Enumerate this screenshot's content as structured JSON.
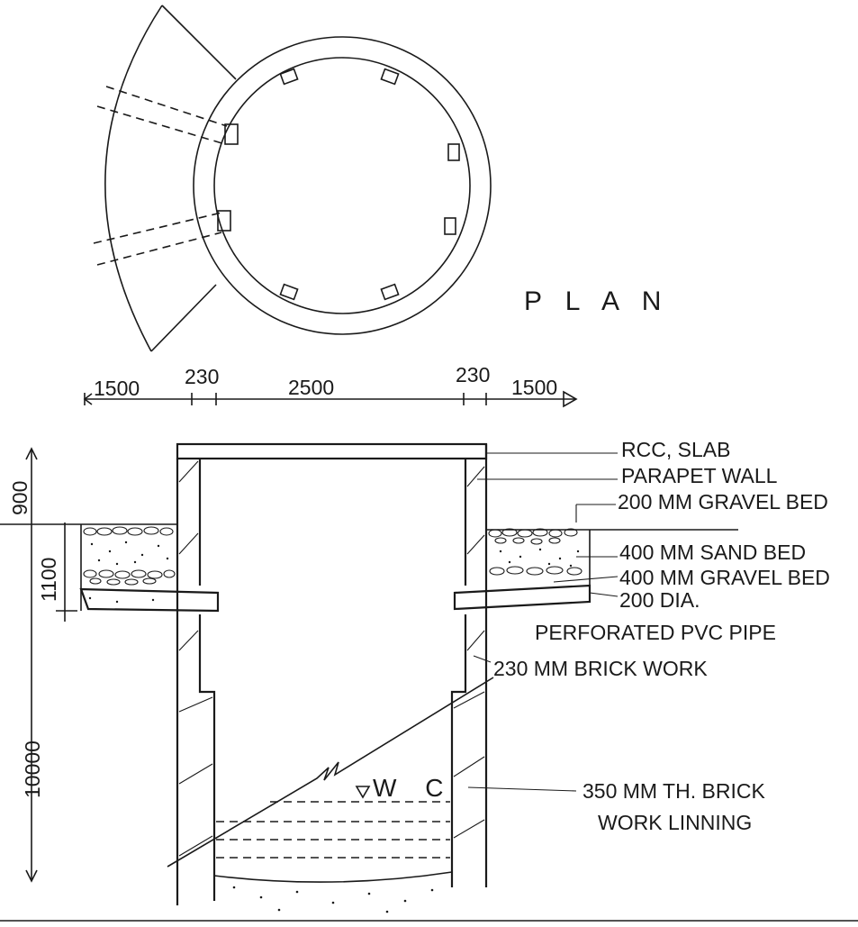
{
  "plan": {
    "title": "P L A N"
  },
  "dimensions": {
    "d1": "1500",
    "d2": "230",
    "d3": "2500",
    "d4": "230",
    "d5": "1500",
    "v1": "900",
    "v2": "1100",
    "v3": "10000"
  },
  "labels": {
    "rcc_slab": "RCC, SLAB",
    "parapet_wall": "PARAPET WALL",
    "gravel_200": "200 MM GRAVEL BED",
    "sand_400": "400 MM SAND BED",
    "gravel_400": "400 MM GRAVEL BED",
    "pipe_line1": "200 DIA.",
    "pipe_line2": "PERFORATED PVC PIPE",
    "brick_230": "230 MM BRICK WORK",
    "water_level": "W C",
    "lining_line1": "350 MM TH. BRICK",
    "lining_line2": "WORK LINNING"
  },
  "colors": {
    "ink": "#1a1a1a",
    "background": "#ffffff"
  }
}
